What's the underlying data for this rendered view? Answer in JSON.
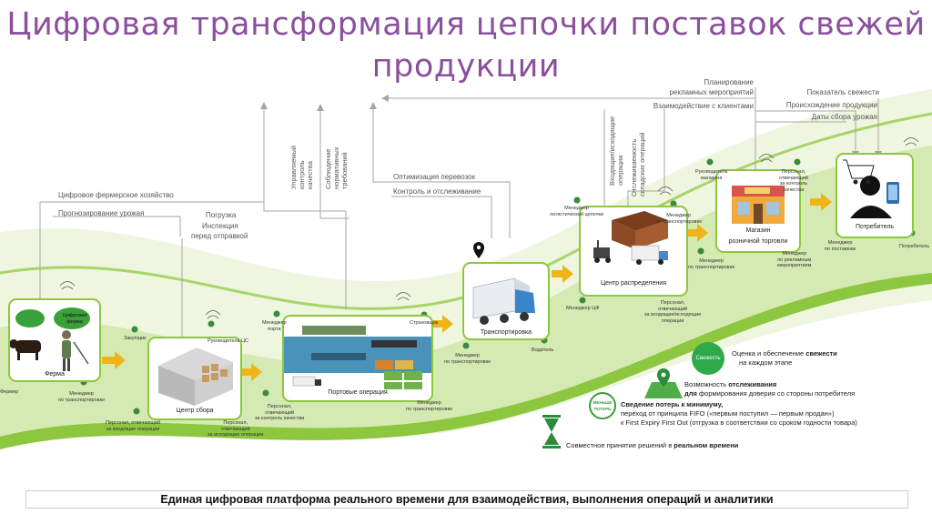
{
  "title_line1": "Цифровая трансформация цепочки поставок свежей",
  "title_line2": "продукции",
  "top_labels": {
    "planning_1": "Планирование",
    "planning_2": "рекламных мероприятий",
    "client_interaction": "Взаимодействие с клиентами",
    "freshness": "Показатель свежести",
    "origin": "Происхождение продукции",
    "harvest_dates": "Даты сбора урожая",
    "digital_farm": "Цифровое фермерское хозяйство",
    "harvest_forecast": "Прогнозирование урожая",
    "loading": "Погрузка",
    "inspection_1": "Инспекция",
    "inspection_2": "перед отправкой",
    "route_opt": "Оптимизация перевозок",
    "control_tracking": "Контроль и отслеживание",
    "quality_control": "Управляемый\nконтроль\nкачества",
    "norms": "Соблюдение\nнормативных\nтребований",
    "in_out_ops": "Входящие/исходящие\nоперации",
    "storage_tracking": "Отслеживаемость\nскладских операций"
  },
  "nodes": {
    "farm": "Ферма",
    "farm_cloud_1": "Цифровая\nферма",
    "collect_center": "Центр сбора",
    "port_ops": "Портовые операция",
    "transport": "Транспортировка",
    "dist_center": "Центр распределения",
    "retail_1": "Магазин",
    "retail_2": "розничной торговли",
    "consumer": "Потребитель"
  },
  "roles": {
    "farmer": "Фермер",
    "transport_mgr_farm": "Менеджер\nпо транспортировке",
    "procurement": "Закупщик",
    "cs_head": "Руководитель ЦС",
    "staff_in_ops": "Персонал, отвечающий\nза входящие операции",
    "staff_out_ops": "Персонал,\nотвечающий\nза исходящие операции",
    "port_mgr": "Менеджер\nпорта",
    "staff_qc": "Персонал,\nотвечающий\nза контроль качества",
    "insurer": "Страховщик",
    "transport_mgr_port": "Менеджер\nпо транспортировке",
    "transport_mgr_truck": "Менеджер\nпо транспортировке",
    "driver": "Водитель",
    "logistics_mgr": "Менеджер\nлогистической цепочки",
    "dc_mgr": "Менеджер ЦФ",
    "transport_mgr_dc": "Менеджер\nпо транспортировке",
    "transport_mgr_dc2": "Менеджер\nпо транспортировке",
    "staff_dc_ops": "Персонал,\nотвечающий\nза входящие/исходящие\nоперации",
    "store_head": "Руководитель\nмагазина",
    "store_qc": "Персонал,\nотвечающий\nза контроль\nкачества",
    "supply_mgr": "Менеджер\nпо поставкам",
    "promo_mgr": "Менеджер\nпо рекламным\nмероприятиям",
    "consumer_role": "Потребитель"
  },
  "legend": {
    "freshness_badge": "Свежесть",
    "item1_1": "Оценка и обеспечение ",
    "item1_1b": "свежести",
    "item1_2": "на каждом этапе",
    "item2_1": "Возможность ",
    "item2_1b": "отслеживания",
    "item2_2b": "для",
    "item2_2": " формирования доверия со стороны потребителя",
    "item3_1b": "Сведение потерь к минимуму,",
    "item3_2": "переход от принципа FIFO («первым поступил — первым продан»)",
    "item3_3": "к First Expiry First Out (отгрузка в соответствии со сроком годности товара)",
    "item3_badge": "МЕНЬШЕ\nПОТЕРЬ",
    "item4_1": "Совместное принятие решений в ",
    "item4_1b": "реальном времени"
  },
  "footer": "Единая цифровая платформа реального времени для взаимодействия, выполнения операций и аналитики",
  "colors": {
    "title": "#8b4f9e",
    "node_border": "#8dc63f",
    "arrow": "#f0b419",
    "band_light": "#e6f1d0",
    "band_mid": "#c7e29a",
    "band_dark": "#8dc63f",
    "line": "#9a9a9a",
    "pin": "#3c8a3c"
  }
}
